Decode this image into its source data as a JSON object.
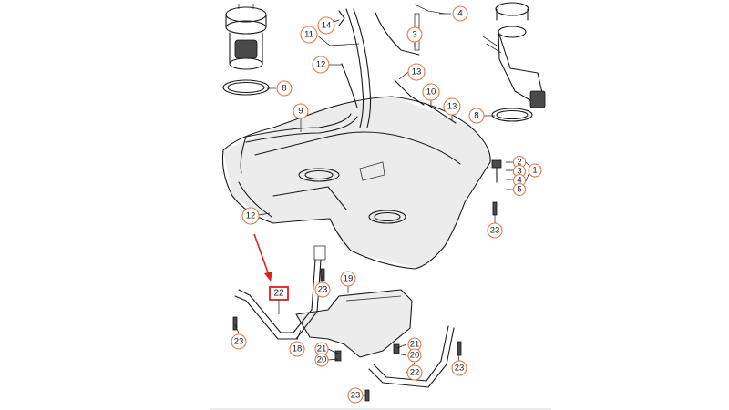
{
  "callouts": [
    {
      "label": "4"
    },
    {
      "label": "14"
    },
    {
      "label": "11"
    },
    {
      "label": "3"
    },
    {
      "label": "12"
    },
    {
      "label": "13"
    },
    {
      "label": "8"
    },
    {
      "label": "10"
    },
    {
      "label": "13"
    },
    {
      "label": "9"
    },
    {
      "label": "8"
    },
    {
      "label": "2"
    },
    {
      "label": "3"
    },
    {
      "label": "4"
    },
    {
      "label": "5"
    },
    {
      "label": "1"
    },
    {
      "label": "12"
    },
    {
      "label": "23"
    },
    {
      "label": "23"
    },
    {
      "label": "19"
    },
    {
      "label": "23"
    },
    {
      "label": "18"
    },
    {
      "label": "21"
    },
    {
      "label": "20"
    },
    {
      "label": "21"
    },
    {
      "label": "20"
    },
    {
      "label": "22"
    },
    {
      "label": "23"
    },
    {
      "label": "23"
    }
  ],
  "highlight": {
    "label": "22",
    "color": "#e02020"
  },
  "colors": {
    "callout_ring": "#e07a4a",
    "arrow": "#e02020"
  }
}
